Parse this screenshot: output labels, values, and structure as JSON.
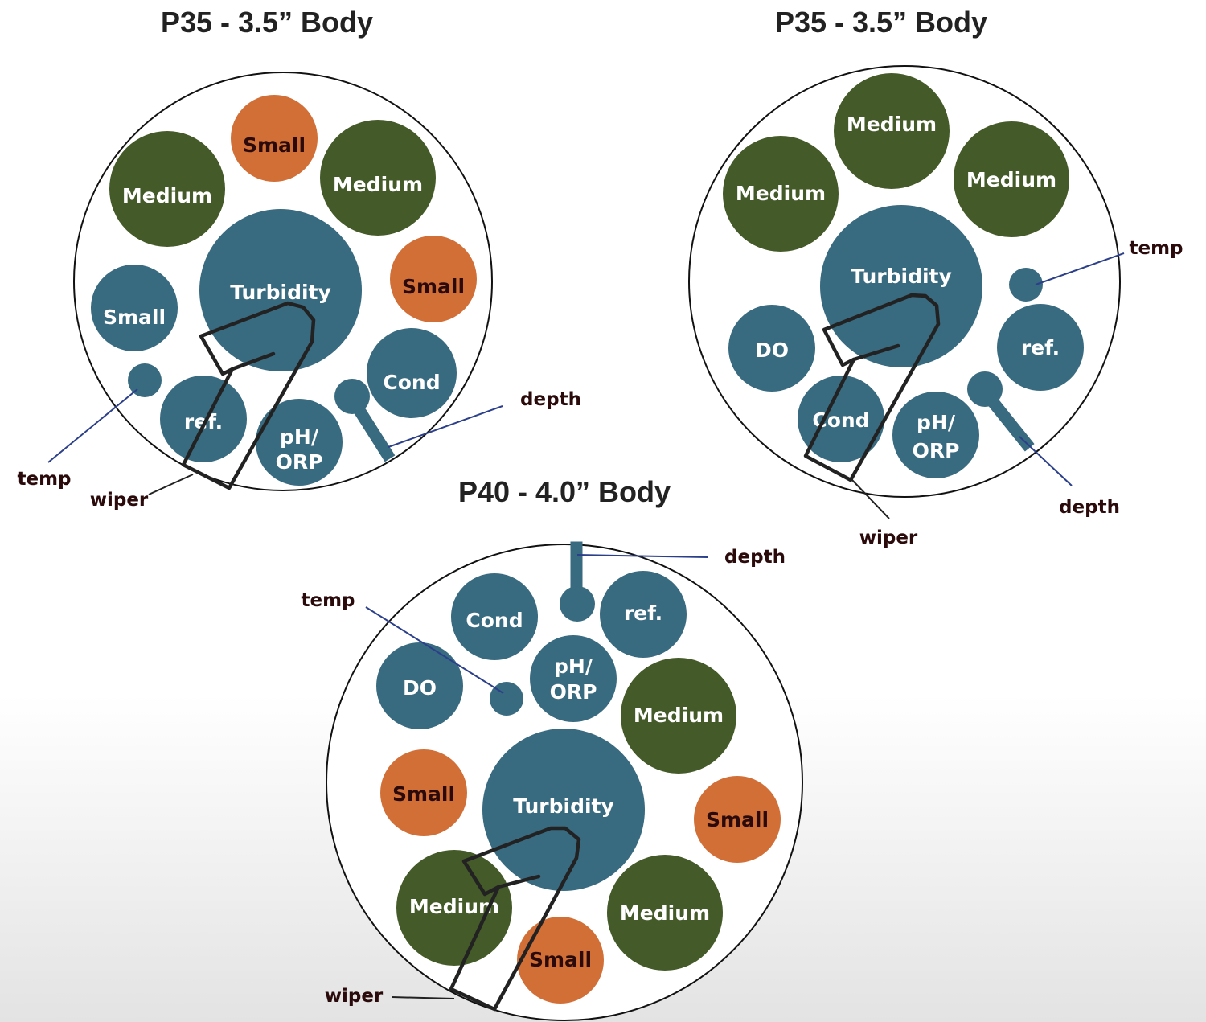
{
  "colors": {
    "blue_port": "#386a80",
    "green_port": "#445a28",
    "orange_port": "#d26f37",
    "body_outline": "#111111",
    "leader_line": "#2b3f8a",
    "wiper": "#222222",
    "label_light": "#ffffff",
    "label_dark": "#2a0a0a"
  },
  "diagrams": [
    {
      "id": "p35-a",
      "title": "P35 - 3.5” Body",
      "ports": [
        {
          "label": "Small",
          "color": "orange_port"
        },
        {
          "label": "Medium",
          "color": "green_port"
        },
        {
          "label": "Medium",
          "color": "green_port"
        },
        {
          "label": "Turbidity",
          "color": "blue_port"
        },
        {
          "label": "Small",
          "color": "orange_port"
        },
        {
          "label": "Small",
          "color": "blue_port"
        },
        {
          "label": "Cond",
          "color": "blue_port"
        },
        {
          "label": "ref.",
          "color": "blue_port"
        },
        {
          "label": "pH/\nORP",
          "color": "blue_port"
        }
      ],
      "callouts": [
        "temp",
        "wiper",
        "depth"
      ]
    },
    {
      "id": "p35-b",
      "title": "P35 - 3.5” Body",
      "ports": [
        {
          "label": "Medium",
          "color": "green_port"
        },
        {
          "label": "Medium",
          "color": "green_port"
        },
        {
          "label": "Medium",
          "color": "green_port"
        },
        {
          "label": "Turbidity",
          "color": "blue_port"
        },
        {
          "label": "DO",
          "color": "blue_port"
        },
        {
          "label": "ref.",
          "color": "blue_port"
        },
        {
          "label": "Cond",
          "color": "blue_port"
        },
        {
          "label": "pH/\nORP",
          "color": "blue_port"
        }
      ],
      "callouts": [
        "temp",
        "depth",
        "wiper"
      ]
    },
    {
      "id": "p40",
      "title": "P40 - 4.0” Body",
      "ports": [
        {
          "label": "Cond",
          "color": "blue_port"
        },
        {
          "label": "ref.",
          "color": "blue_port"
        },
        {
          "label": "DO",
          "color": "blue_port"
        },
        {
          "label": "pH/\nORP",
          "color": "blue_port"
        },
        {
          "label": "Medium",
          "color": "green_port"
        },
        {
          "label": "Small",
          "color": "orange_port"
        },
        {
          "label": "Turbidity",
          "color": "blue_port"
        },
        {
          "label": "Small",
          "color": "orange_port"
        },
        {
          "label": "Medium",
          "color": "green_port"
        },
        {
          "label": "Medium",
          "color": "green_port"
        },
        {
          "label": "Small",
          "color": "orange_port"
        }
      ],
      "callouts": [
        "depth",
        "temp",
        "wiper"
      ]
    }
  ]
}
